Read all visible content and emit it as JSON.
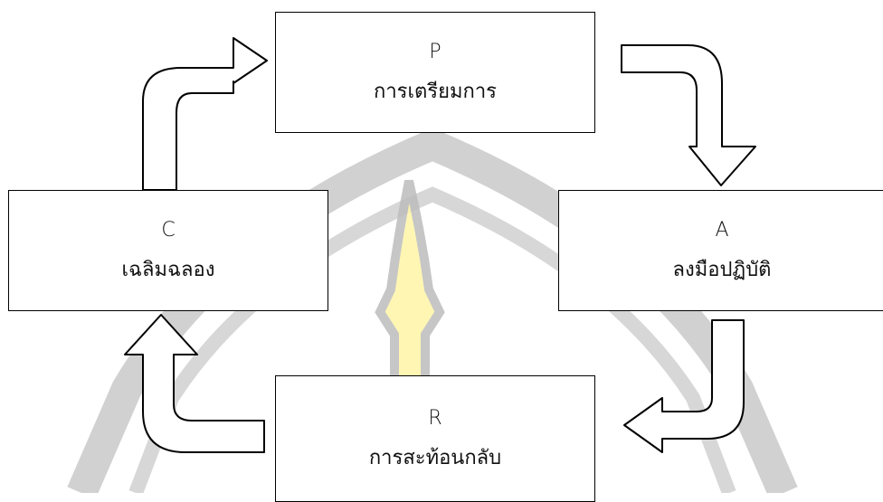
{
  "diagram": {
    "nodes": [
      {
        "id": "p",
        "letter": "P",
        "label": "การเตรียมการ"
      },
      {
        "id": "a",
        "letter": "A",
        "label": "ลงมือปฏิบัติ"
      },
      {
        "id": "r",
        "letter": "R",
        "label": "การสะท้อนกลับ"
      },
      {
        "id": "c",
        "letter": "C",
        "label": "เฉลิมฉลอง"
      }
    ],
    "edges": [
      {
        "from": "p",
        "to": "a"
      },
      {
        "from": "a",
        "to": "r"
      },
      {
        "from": "r",
        "to": "c"
      },
      {
        "from": "c",
        "to": "p"
      }
    ]
  },
  "colors": {
    "watermark_gray": "#bdbdbd",
    "watermark_yellow": "#fff5a8",
    "stroke": "#000000"
  }
}
